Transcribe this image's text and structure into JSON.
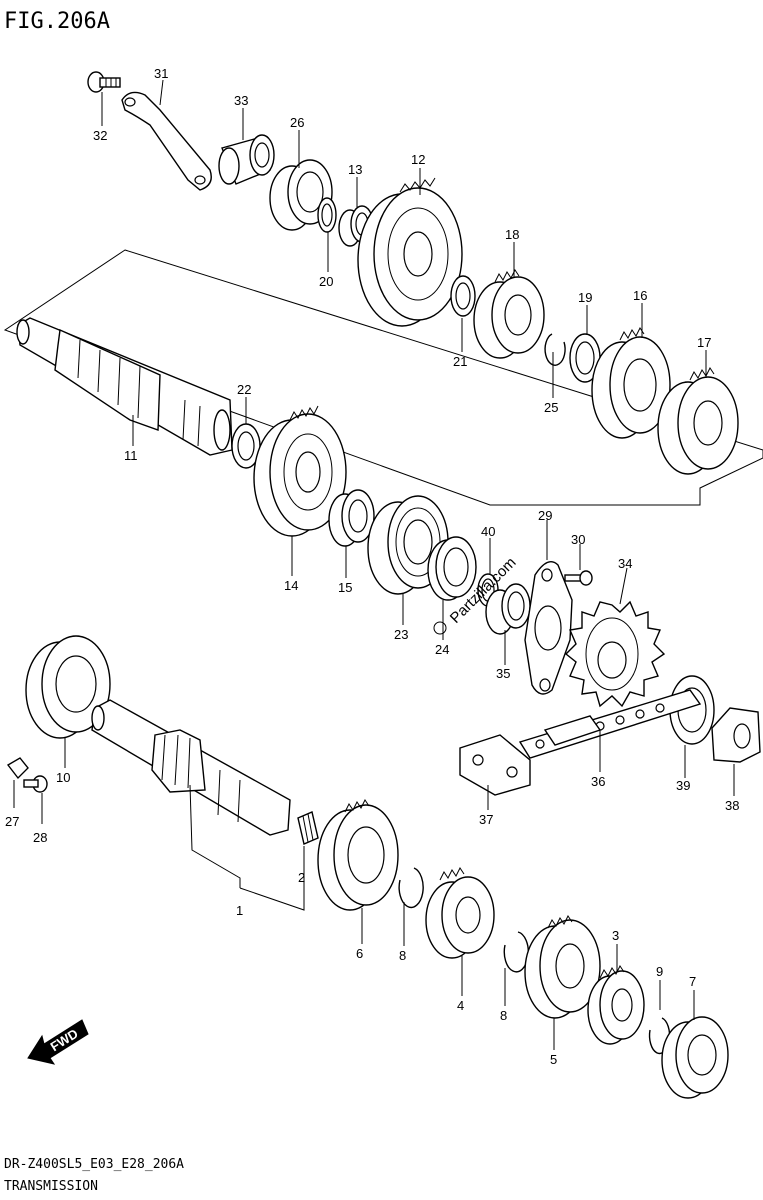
{
  "figure": {
    "title": "FIG.206A",
    "model_code": "DR-Z400SL5_E03_E28_206A",
    "section_name": "TRANSMISSION",
    "watermark": "Partzilla.com",
    "direction_arrow": "FWD"
  },
  "callouts": [
    "1",
    "2",
    "3",
    "4",
    "5",
    "6",
    "7",
    "8",
    "8",
    "9",
    "10",
    "11",
    "12",
    "13",
    "14",
    "15",
    "16",
    "17",
    "18",
    "19",
    "20",
    "21",
    "22",
    "23",
    "24",
    "25",
    "26",
    "27",
    "28",
    "29",
    "30",
    "31",
    "32",
    "33",
    "34",
    "35",
    "36",
    "37",
    "38",
    "39",
    "40"
  ],
  "icons": {
    "fwd_arrow": "arrow-fwd-icon",
    "copyright": "copyright-icon"
  }
}
